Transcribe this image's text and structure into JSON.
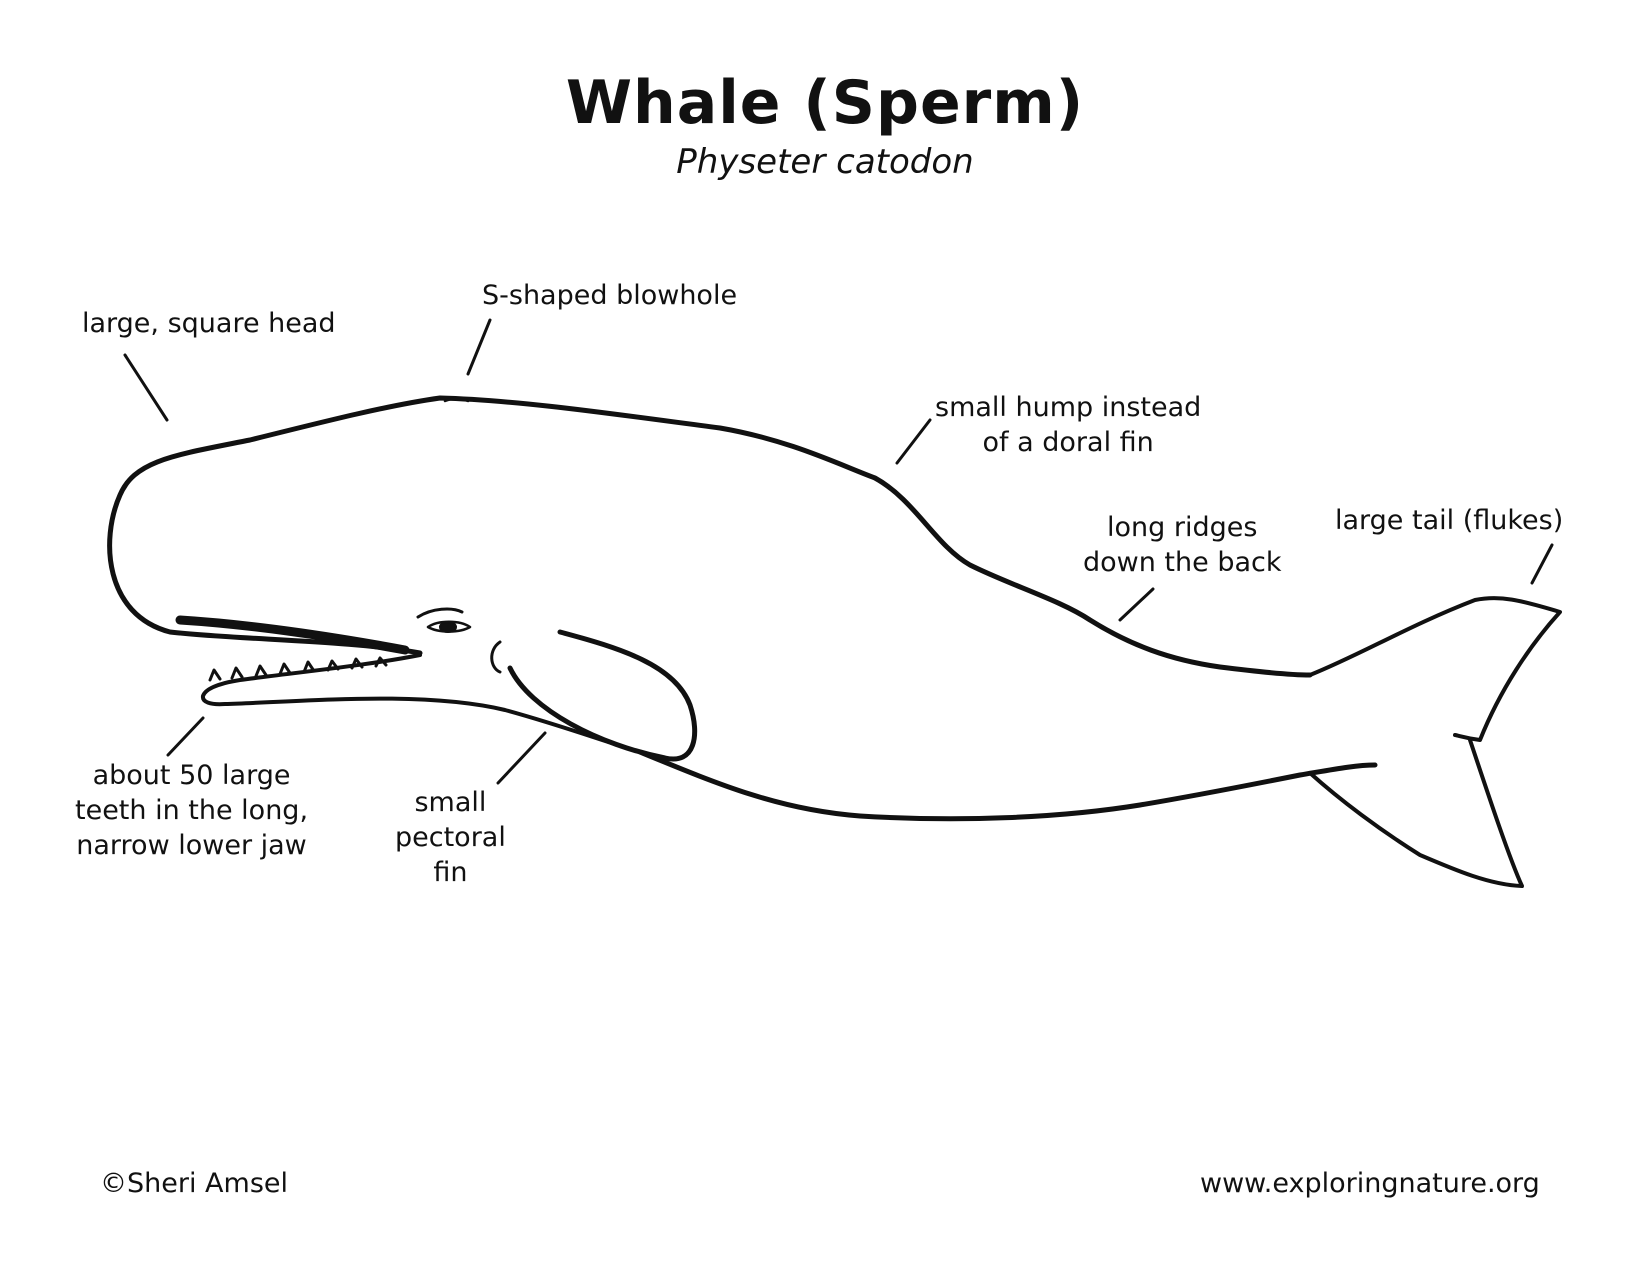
{
  "title": "Whale (Sperm)",
  "scientific_name": "Physeter catodon",
  "labels": {
    "head": "large, square head",
    "blowhole": "S-shaped blowhole",
    "hump": "small hump instead\nof a doral fin",
    "ridges": "long ridges\ndown the back",
    "tail": "large tail (flukes)",
    "teeth": "about 50 large\nteeth in the long,\nnarrow lower jaw",
    "pectoral": "small\npectoral\nfin"
  },
  "footer": {
    "copyright": "©Sheri Amsel",
    "website": "www.exploringnature.org"
  },
  "colors": {
    "ink": "#111111",
    "background": "#ffffff"
  }
}
